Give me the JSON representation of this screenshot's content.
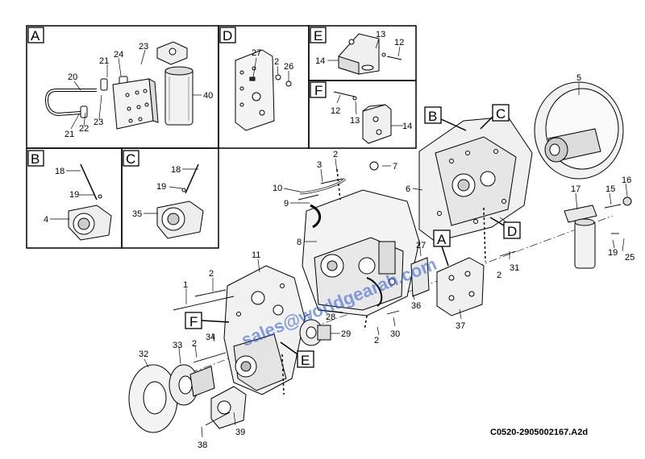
{
  "detail_labels": [
    "A",
    "D",
    "E",
    "F",
    "B",
    "C"
  ],
  "main_labels": {
    "b": "B",
    "c": "C",
    "d": "D",
    "a": "A",
    "f": "F",
    "e": "E"
  },
  "callouts": {
    "d_a_23": "23",
    "d_a_21": "21",
    "d_a_24": "24",
    "d_a_20": "20",
    "d_a_40": "40",
    "d_a_21b": "21",
    "d_a_22": "22",
    "d_a_23b": "23",
    "d_d_27": "27",
    "d_d_2": "2",
    "d_d_26": "26",
    "d_e_13": "13",
    "d_e_12": "12",
    "d_e_14": "14",
    "d_f_12": "12",
    "d_f_13": "13",
    "d_f_14": "14",
    "d_b_18": "18",
    "d_b_19": "19",
    "d_b_4": "4",
    "d_c_18": "18",
    "d_c_19": "19",
    "d_c_35": "35",
    "m_5": "5",
    "m_3": "3",
    "m_2a": "2",
    "m_7": "7",
    "m_10": "10",
    "m_6": "6",
    "m_9": "9",
    "m_16": "16",
    "m_17": "17",
    "m_15": "15",
    "m_8": "8",
    "m_27": "27",
    "m_19": "19",
    "m_25": "25",
    "m_11": "11",
    "m_31": "31",
    "m_2b": "2",
    "m_36": "36",
    "m_1": "1",
    "m_2c": "2",
    "m_37": "37",
    "m_28": "28",
    "m_30": "30",
    "m_2d": "2",
    "m_34": "34",
    "m_29": "29",
    "m_33": "33",
    "m_2e": "2",
    "m_32": "32",
    "m_39": "39",
    "m_38": "38"
  },
  "reference": "C0520-2905002167.A2d",
  "watermark": "sales@worldgearah.com"
}
